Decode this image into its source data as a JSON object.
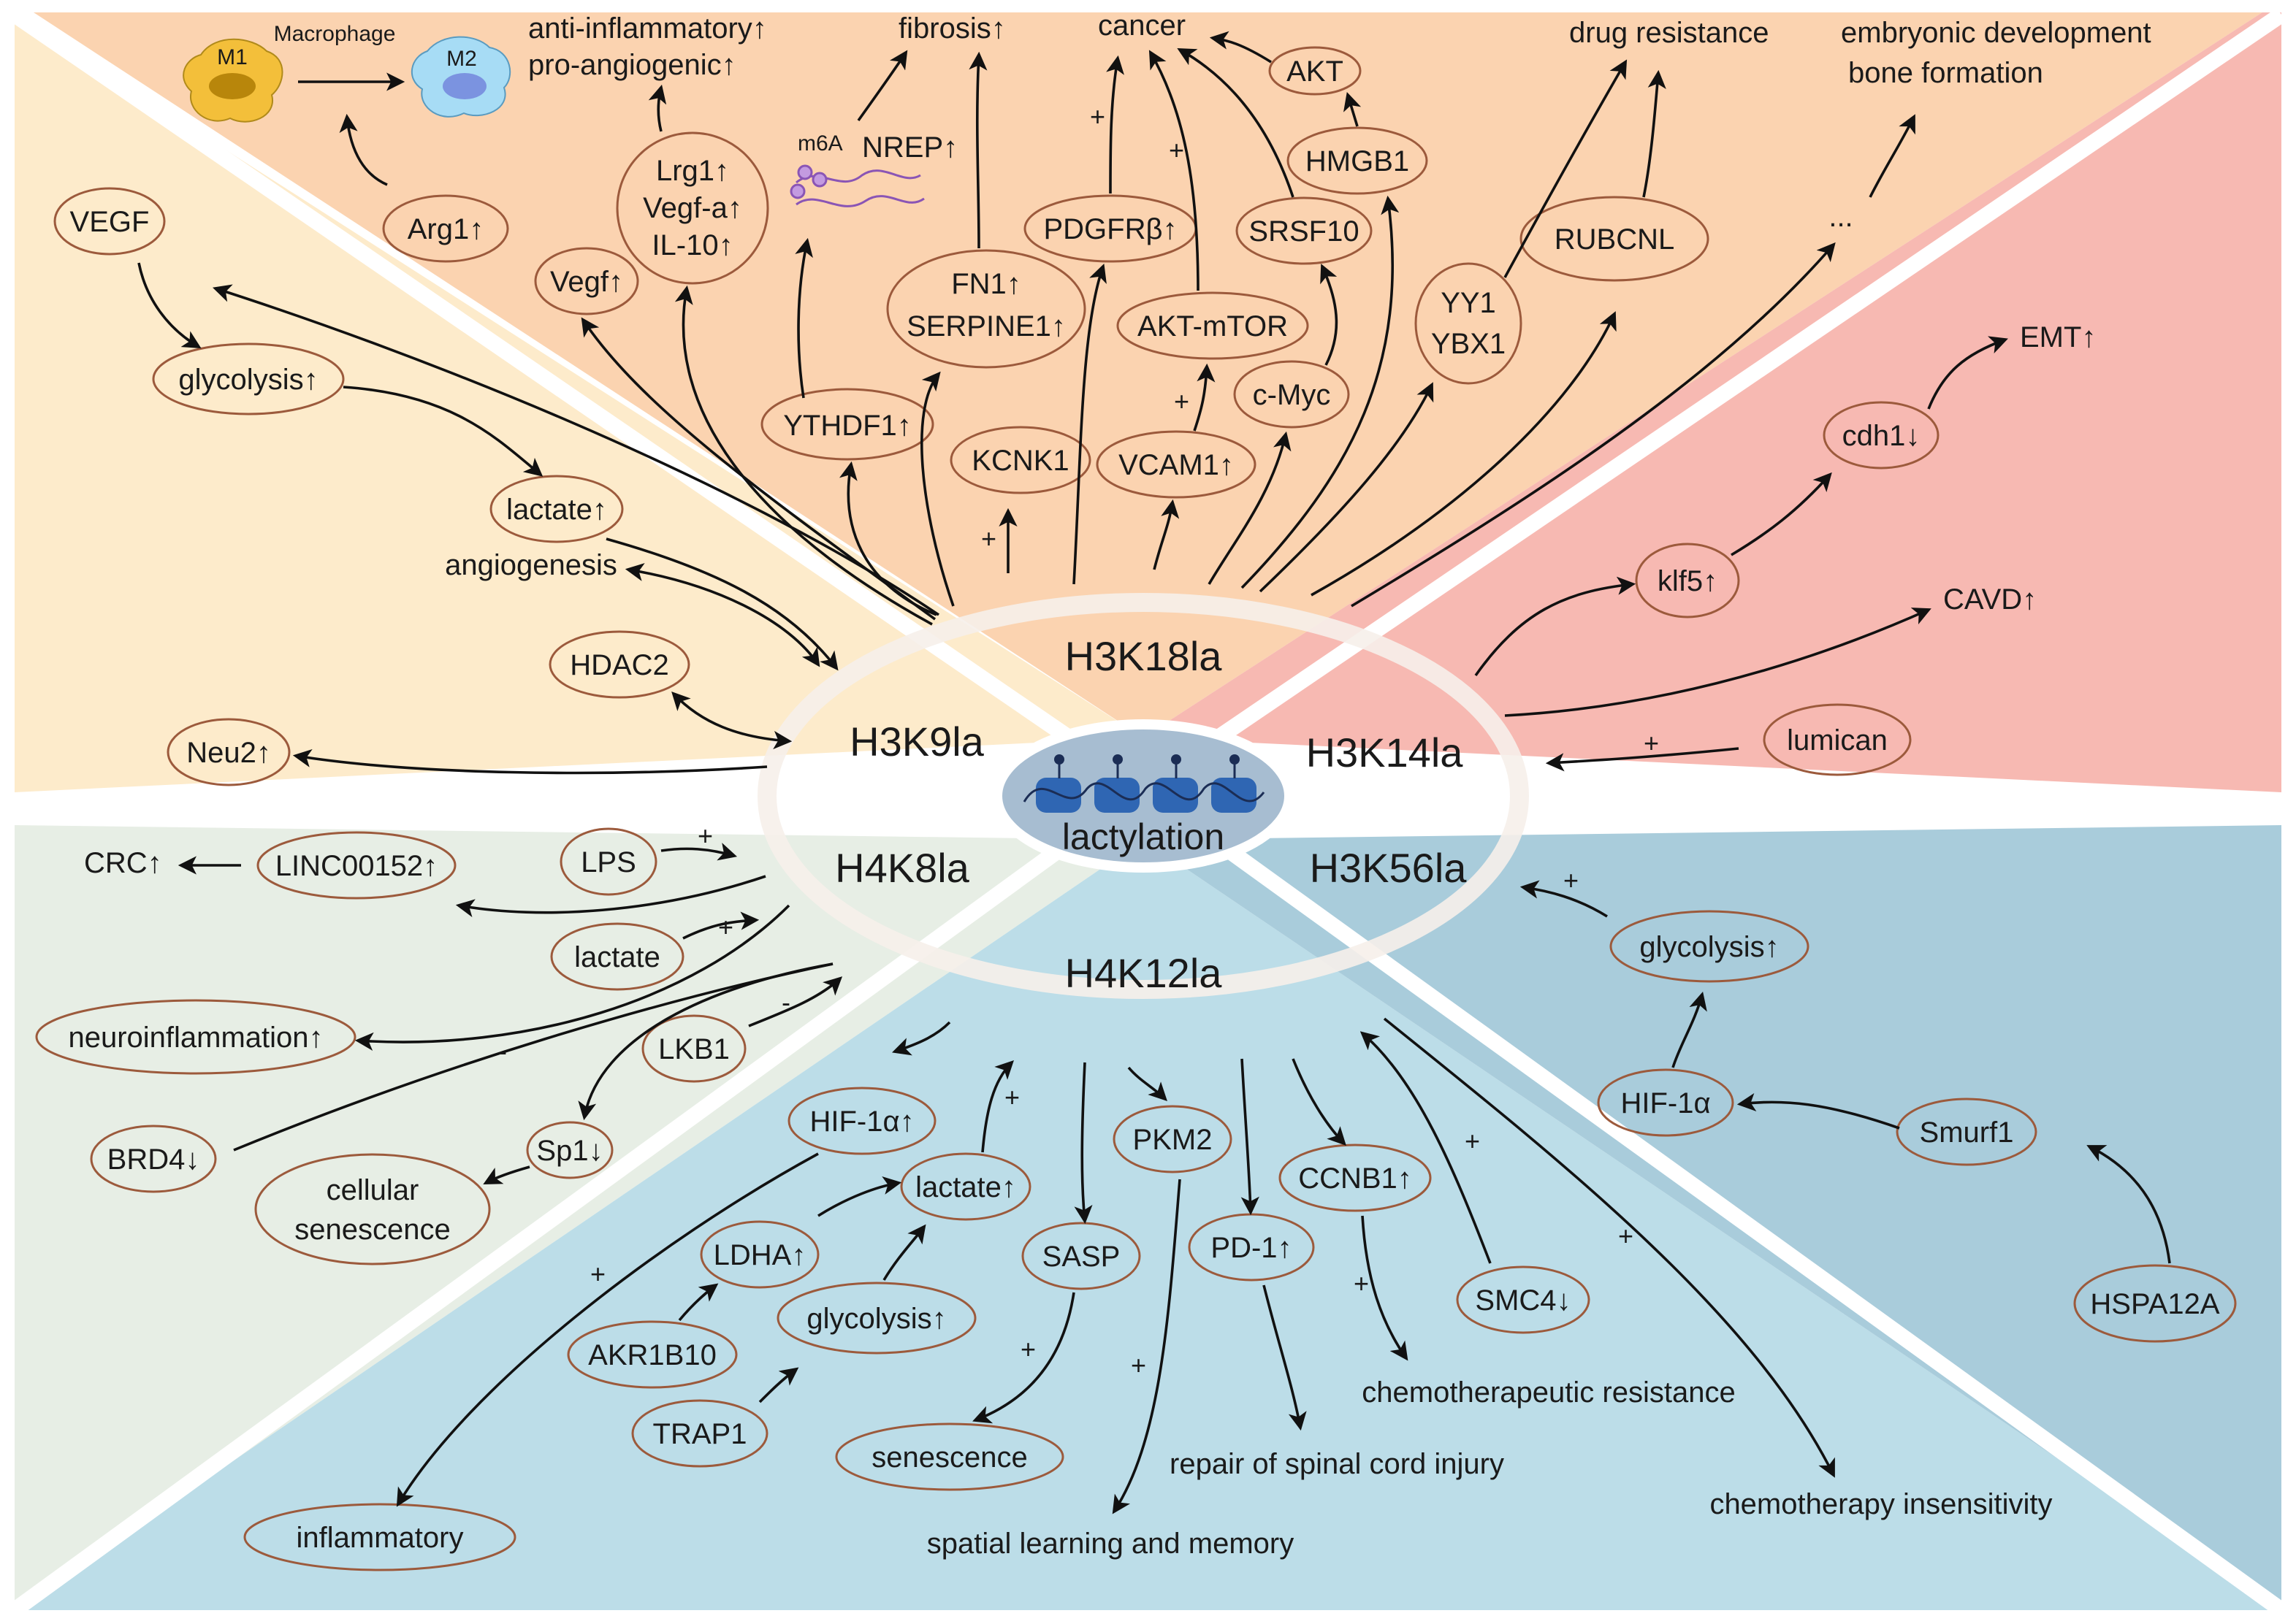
{
  "center": {
    "label": "lactylation"
  },
  "sectors": {
    "h3k18la": "H3K18la",
    "h3k9la": "H3K9la",
    "h3k14la": "H3K14la",
    "h4k8la": "H4K8la",
    "h3k56la": "H3K56la",
    "h4k12la": "H4K12la"
  },
  "macrophage": {
    "title": "Macrophage",
    "m1": "M1",
    "m2": "M2"
  },
  "m6a": "m6A",
  "h3k18": {
    "arg1": "Arg1↑",
    "vegf": "Vegf↑",
    "lrg1": "Lrg1↑",
    "vegfa": "Vegf-a↑",
    "il10": "IL-10↑",
    "nrep": "NREP↑",
    "ythdf1": "YTHDF1↑",
    "fn1": "FN1↑",
    "serpine1": "SERPINE1↑",
    "kcnk1": "KCNK1",
    "pdgfrb": "PDGFRβ↑",
    "aktmtor": "AKT-mTOR",
    "vcam1": "VCAM1↑",
    "cmyc": "c-Myc",
    "srsf10": "SRSF10",
    "hmgb1": "HMGB1",
    "akt": "AKT",
    "yy1": "YY1",
    "ybx1": "YBX1",
    "rubcnl": "RUBCNL",
    "ellipsis": "...",
    "anti_inflammatory": "anti-inflammatory↑",
    "pro_angiogenic": "pro-angiogenic↑",
    "fibrosis": "fibrosis↑",
    "cancer": "cancer",
    "drug_resistance": "drug resistance",
    "embryonic": "embryonic development",
    "bone": "bone formation"
  },
  "h3k9": {
    "vegf": "VEGF",
    "glycolysis": "glycolysis↑",
    "lactate": "lactate↑",
    "angiogenesis": "angiogenesis",
    "hdac2": "HDAC2",
    "neu2": "Neu2↑"
  },
  "h3k14": {
    "emt": "EMT↑",
    "cdh1": "cdh1↓",
    "klf5": "klf5↑",
    "cavd": "CAVD↑",
    "lumican": "lumican"
  },
  "h4k8": {
    "crc": "CRC↑",
    "linc": "LINC00152↑",
    "lps": "LPS",
    "lactate": "lactate",
    "neuroinflammation": "neuroinflammation↑",
    "lkb1": "LKB1",
    "brd4": "BRD4↓",
    "sp1": "Sp1↓",
    "senescence1": "cellular",
    "senescence2": "senescence"
  },
  "h3k56": {
    "glycolysis": "glycolysis↑",
    "hif1a": "HIF-1α",
    "smurf1": "Smurf1",
    "hspa12a": "HSPA12A"
  },
  "h4k12": {
    "hif1a": "HIF-1α↑",
    "lactate": "lactate↑",
    "ldha": "LDHA↑",
    "akr1b10": "AKR1B10",
    "glycolysis": "glycolysis↑",
    "trap1": "TRAP1",
    "pkm2": "PKM2",
    "sasp": "SASP",
    "senescence": "senescence",
    "pd1": "PD-1↑",
    "ccnb1": "CCNB1↑",
    "smc4": "SMC4↓",
    "inflammatory": "inflammatory",
    "spatial": "spatial learning and memory",
    "spinal": "repair of spinal cord injury",
    "chemoresistance": "chemotherapeutic resistance",
    "chemoinsens": "chemotherapy insensitivity"
  },
  "signs": {
    "plus": "+",
    "minus": "-"
  },
  "colors": {
    "h3k18la_bg": "#fbd3b0",
    "h3k9la_bg": "#fdebcb",
    "h3k14la_bg": "#f7b9b2",
    "h4k8la_bg": "#e7eee5",
    "h3k56la_bg": "#a9ccdb",
    "h4k12la_bg": "#bcdde8",
    "node_border": "#9c5a3c",
    "arrow": "#111111",
    "center_fill": "#a7bdd1",
    "nucleosome": "#2f66b3",
    "m1_fill": "#f3bf3a",
    "m2_fill": "#a7dcf5",
    "m6a": "#8a55b5"
  }
}
